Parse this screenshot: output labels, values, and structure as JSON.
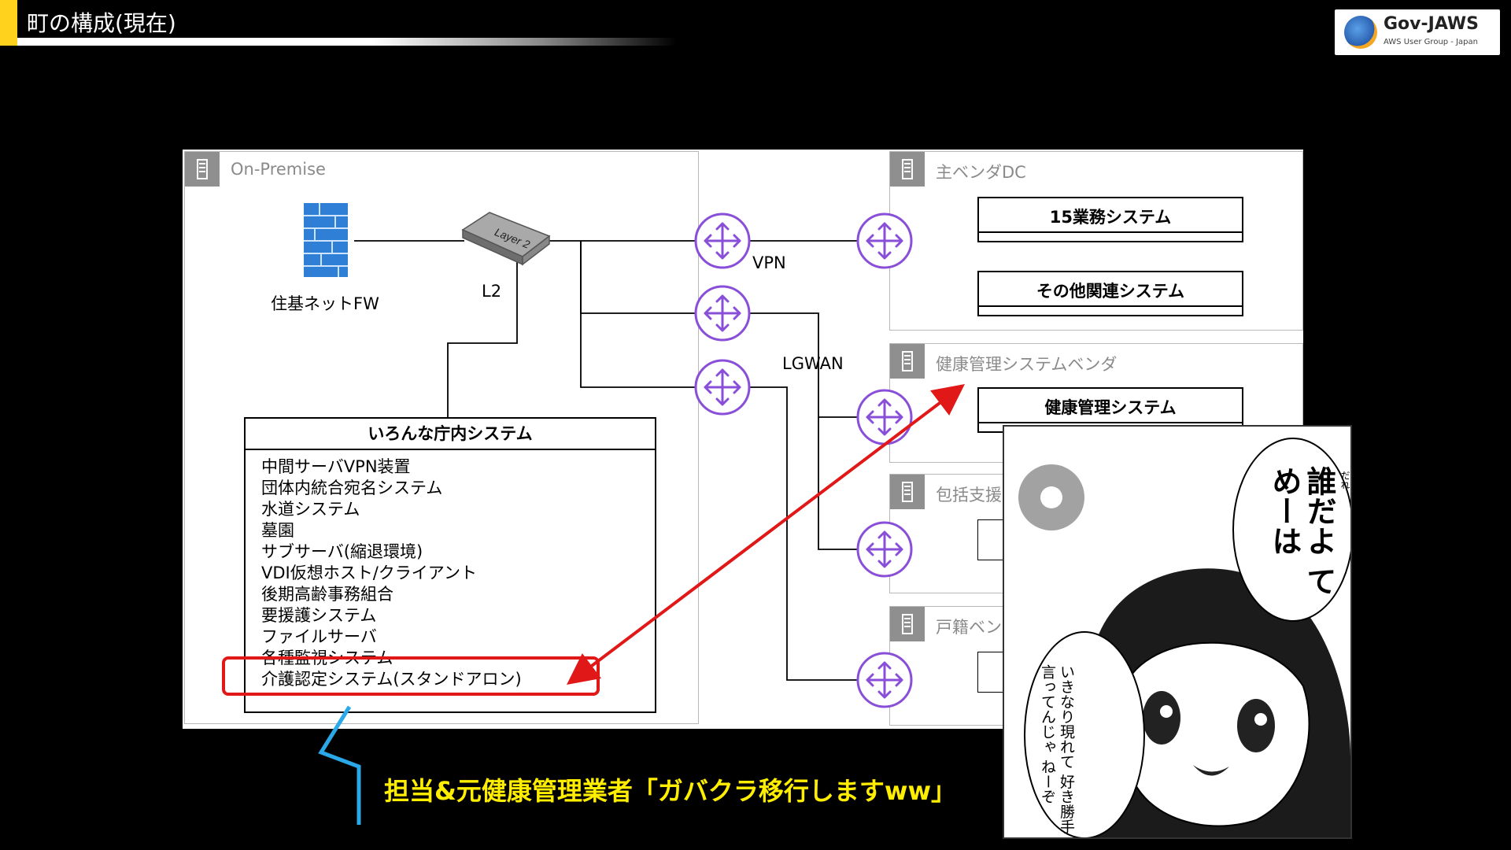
{
  "header": {
    "title": "町の構成(現在)",
    "logo_name": "Gov-JAWS",
    "logo_sub": "AWS User Group - Japan"
  },
  "diagram": {
    "groups": {
      "onprem": "On-Premise",
      "main_vendor": "主ベンダDC",
      "health_vendor": "健康管理システムベンダ",
      "support": "包括支援",
      "registry": "戸籍ベン"
    },
    "systems": {
      "gyomu15": "15業務システム",
      "other": "その他関連システム",
      "health": "健康管理システム"
    },
    "labels": {
      "fw": "住基ネットFW",
      "l2": "L2",
      "vpn": "VPN",
      "lgwan": "LGWAN",
      "switch_text": "Layer 2"
    },
    "internal": {
      "title": "いろんな庁内システム",
      "items": [
        "中間サーバVPN装置",
        "団体内統合宛名システム",
        "水道システム",
        "墓園",
        "サブサーバ(縮退環境)",
        "VDI仮想ホスト/クライアント",
        "後期高齢事務組合",
        "要援護システム",
        "ファイルサーバ",
        "各種監視システム",
        "介護認定システム(スタンドアロン)"
      ]
    }
  },
  "caption": "担当&元健康管理業者「ガバクラ移行しますww」",
  "manga": {
    "bubble_main": "誰だよ てめーは",
    "furigana": "だれ",
    "bubble_sub": "いきなり現れて 好き勝手言ってんじゃ ねーぞ"
  },
  "colors": {
    "accent": "#ffd21e",
    "router": "#8a4fd8",
    "highlight": "#e01818",
    "caption": "#ffee00",
    "bracket": "#2aa8e8"
  }
}
